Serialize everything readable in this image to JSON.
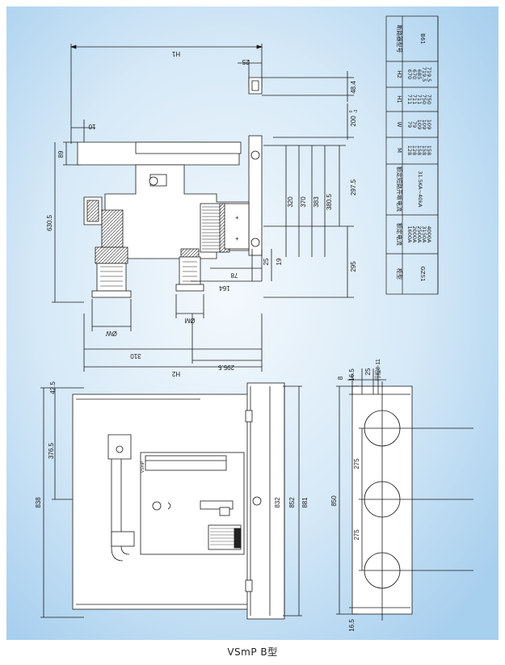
{
  "caption": "VSmP B型",
  "colors": {
    "background_light": "#f4f9fd",
    "background_mid": "#d6e9f7",
    "background_dark": "#a7cfee",
    "line": "#1a1a1a"
  },
  "table": {
    "headers": [
      "断路器型号",
      "H2",
      "H1",
      "W",
      "M",
      "额定短路开断电流",
      "额定电流",
      "柜型"
    ],
    "model": "B61",
    "h2_values": [
      "670",
      "670",
      "685",
      "719.5",
      "719.5"
    ],
    "h1_values": [
      "711",
      "711",
      "711",
      "750",
      "750"
    ],
    "w_values": [
      "79",
      "79",
      "109",
      "109",
      "109"
    ],
    "m_values": [
      "128",
      "128",
      "158",
      "158",
      "158"
    ],
    "breaking_current": "31.5KA~40kA",
    "rated_currents": [
      "1600A",
      "2000A",
      "2500A",
      "3150A",
      "4000A"
    ],
    "cabinet_type": "GZS1"
  },
  "top_view": {
    "dims": {
      "h1": "H1",
      "d25_top": "25",
      "d48_4": "48.4",
      "d10": "10",
      "d200": "200",
      "d200_tol_upper": "0",
      "d200_tol_lower": "-3",
      "d89": "89",
      "d630_5": "630.5",
      "d320": "320",
      "d370": "370",
      "d383": "383",
      "d380_5": "380.5",
      "d297_5": "297.5",
      "d295": "295",
      "d19": "19",
      "d25_bottom": "25",
      "d78": "78",
      "d164": "164",
      "phi_m": "ØM",
      "phi_w": "ØW",
      "d310": "310",
      "d295_5": "295.5",
      "h2": "H2"
    }
  },
  "bottom_view": {
    "dims": {
      "d42_5": "42.5",
      "d376_5": "376.5",
      "d838": "838",
      "d832": "832",
      "d852": "852",
      "d881": "881"
    },
    "panel_label": "VSmP"
  },
  "side_view": {
    "dims": {
      "d8": "8",
      "d16_5_top": "16.5",
      "d25": "25",
      "stroke": "行程8-11",
      "d850": "850",
      "d275_a": "275",
      "d275_b": "275",
      "d16_5_bottom": "16.5"
    }
  }
}
